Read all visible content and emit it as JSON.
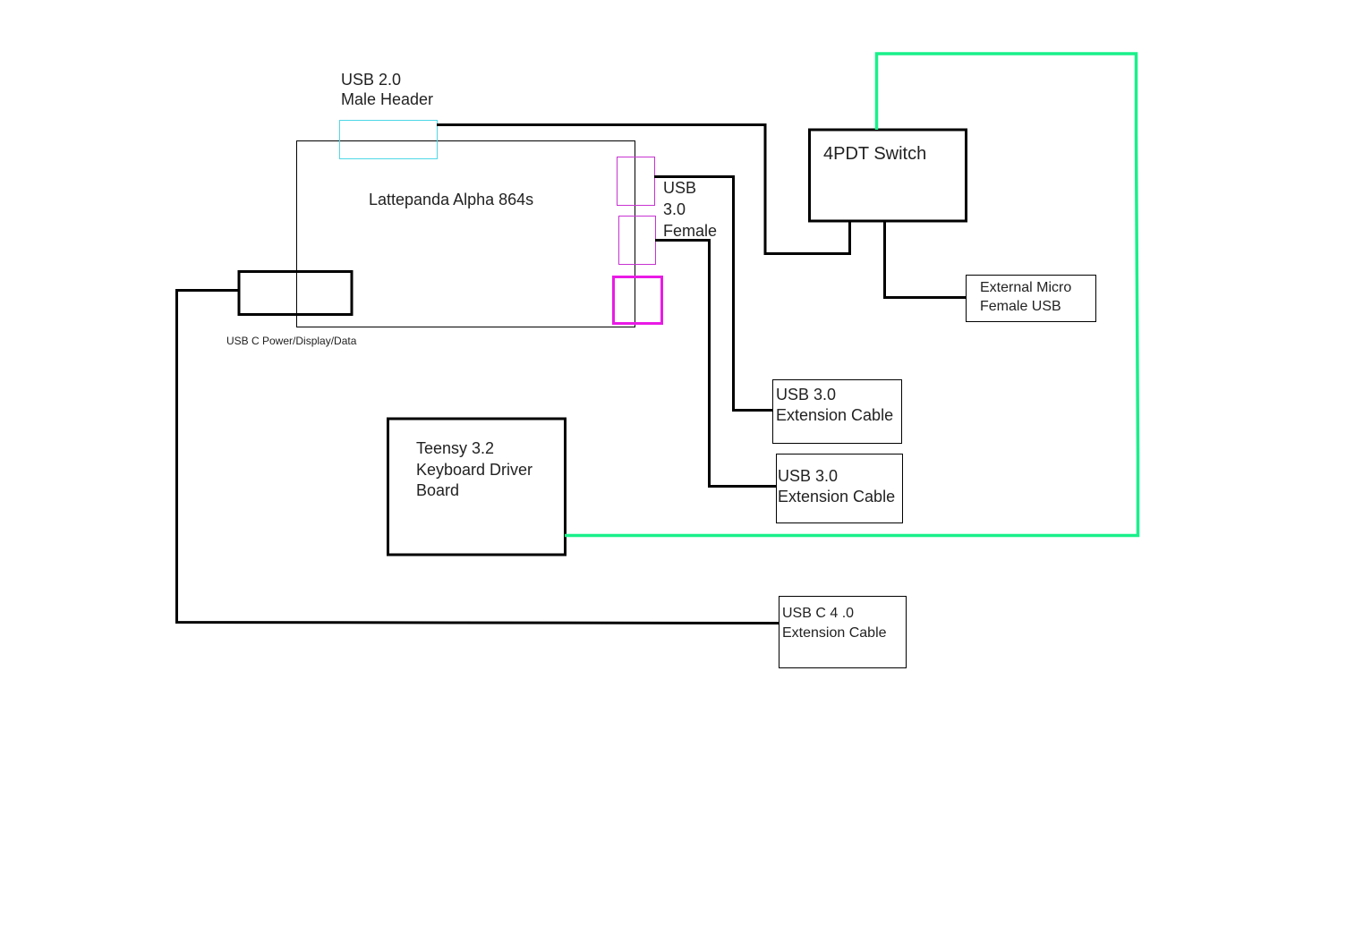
{
  "colors": {
    "wire": "#000000",
    "signal_wire": "#19f08a",
    "usb2_header": "#4fd8e8",
    "usb3_port": "#c832d2",
    "usb3_port_bold": "#ea1ae6",
    "text": "#222222"
  },
  "labels": {
    "usb2_header": [
      "USB 2.0",
      "Male Header"
    ],
    "board": "Lattepanda Alpha 864s",
    "usb3_female": [
      "USB",
      "3.0",
      "Female"
    ],
    "usb_c_port": "USB C Power/Display/Data",
    "switch": "4PDT Switch",
    "external_micro": [
      "External Micro",
      "Female USB"
    ],
    "ext_cable_1": [
      "USB 3.0",
      "Extension Cable"
    ],
    "ext_cable_2": [
      "USB 3.0",
      "Extension Cable"
    ],
    "teensy": [
      "Teensy 3.2",
      "Keyboard Driver",
      "Board"
    ],
    "usb_c4_cable": [
      "USB C 4 .0",
      "Extension Cable"
    ]
  }
}
